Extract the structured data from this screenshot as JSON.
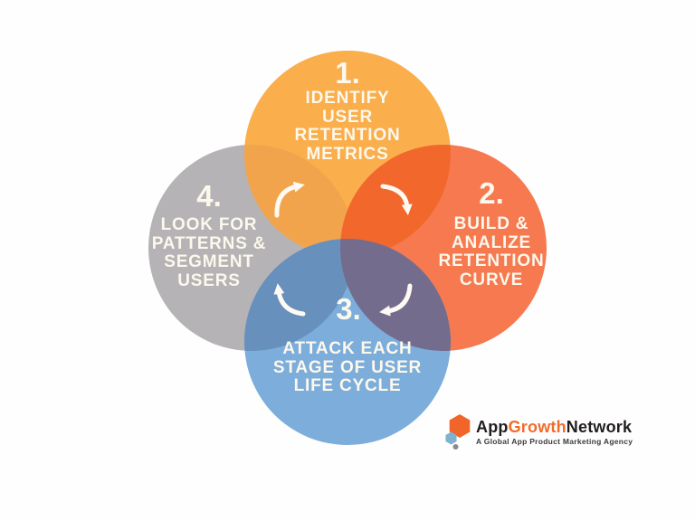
{
  "colors": {
    "background": "#FEFEFE",
    "circle_yellow": "#FAAE4C",
    "circle_orange": "#F67950",
    "circle_blue": "#7DADDA",
    "circle_gray": "#B5B3B5",
    "overlap_yellow_gray": "#F2A44C",
    "overlap_yellow_orange": "#F2682C",
    "overlap_gray_blue": "#6890BC",
    "overlap_orange_blue": "#746C8D",
    "label_text": "#FCF8EC",
    "logo_orange": "#F2652A",
    "logo_dark": "#221E1E",
    "logo_hex_blue": "#7FB2CF",
    "logo_dot_gray": "#8A8A8C"
  },
  "steps": [
    {
      "number": "1.",
      "lines": [
        "IDENTIFY",
        "USER",
        "RETENTION",
        "METRICS"
      ]
    },
    {
      "number": "2.",
      "lines": [
        "BUILD &",
        "ANALIZE",
        "RETENTION",
        "CURVE"
      ]
    },
    {
      "number": "3.",
      "lines": [
        "ATTACK EACH",
        "STAGE OF USER",
        "LIFE CYCLE"
      ]
    },
    {
      "number": "4.",
      "lines": [
        "LOOK FOR",
        "PATTERNS &",
        "SEGMENT",
        "USERS"
      ]
    }
  ],
  "icons": {
    "arrow_top_left": "curved-arrow-clockwise",
    "arrow_top_right": "curved-arrow-clockwise",
    "arrow_bottom_right": "curved-arrow-clockwise",
    "arrow_bottom_left": "curved-arrow-clockwise",
    "logo_mark": "hexagon-cluster"
  },
  "logo": {
    "word_app": "App",
    "word_growth": "Growth",
    "word_network": "Network",
    "tagline": "A Global App Product Marketing Agency"
  }
}
